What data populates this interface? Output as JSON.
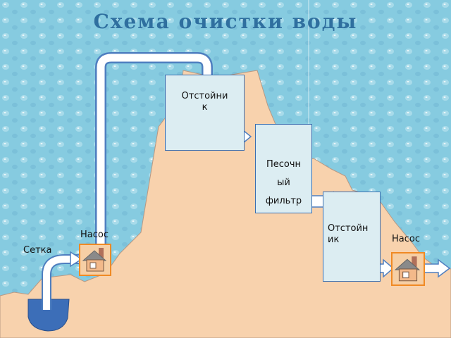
{
  "title": "Схема очистки воды",
  "tank1": {
    "lines": [
      "Отстойни",
      "к"
    ]
  },
  "sand_filter": {
    "lines": [
      "Песочн",
      "ый",
      "фильтр"
    ]
  },
  "tank2": {
    "lines": [
      "Отстойн",
      "ик"
    ]
  },
  "pump_left_label": "Насос",
  "pump_right_label": "Насос",
  "strainer_label": "Сетка",
  "colors": {
    "water_bg": "#86cbe0",
    "ground": "#f8d2ad",
    "box_fill": "#dcedf2",
    "box_border": "#3c6fb0",
    "pipe": "#4f7fc0",
    "pump_border": "#f08a24",
    "source_water": "#3c6eb8",
    "title": "#2f6f9f"
  },
  "icons": [
    "pump-icon",
    "arrow-right-icon",
    "pipe"
  ]
}
